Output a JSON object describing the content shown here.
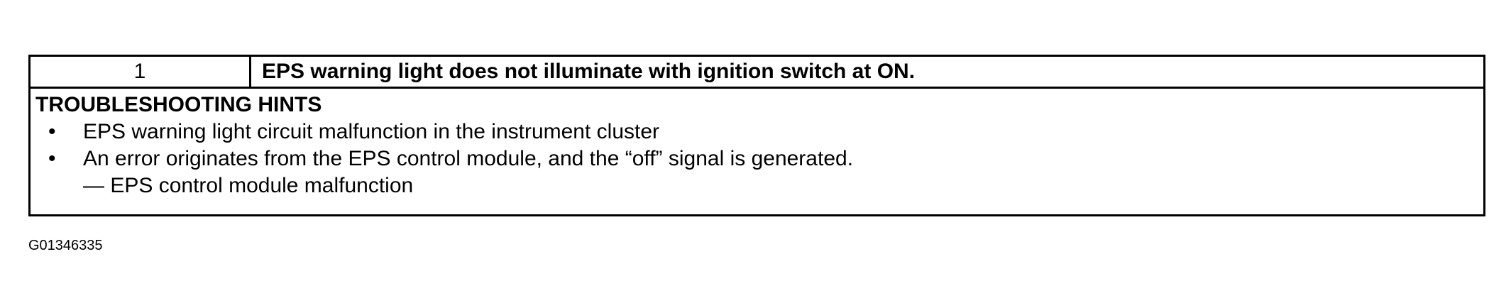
{
  "table": {
    "step_number": "1",
    "step_title": "EPS warning light does not illuminate with ignition switch at ON.",
    "hints_heading": "TROUBLESHOOTING HINTS",
    "bullets": [
      "EPS warning light circuit malfunction in the instrument cluster",
      "An error originates from the EPS control module, and the “off” signal is generated."
    ],
    "bullet_symbol": "•",
    "sub_item": "— EPS control module malfunction"
  },
  "figure_id": "G01346335"
}
